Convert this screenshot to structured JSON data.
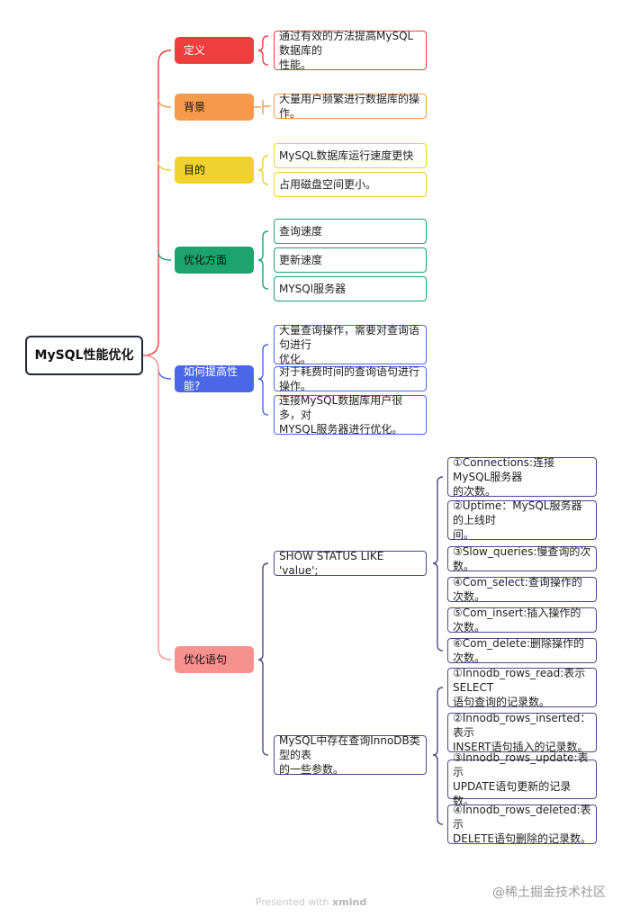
{
  "root": {
    "label": "MySQL性能优化"
  },
  "categories": [
    {
      "label": "定义",
      "color": "#ef3e3e",
      "text_color": "#ffffff",
      "items": [
        "通过有效的方法提高MySQL数据库的\n性能。"
      ]
    },
    {
      "label": "背景",
      "color": "#f59a4a",
      "text_color": "#111111",
      "items": [
        "大量用户频繁进行数据库的操作。"
      ]
    },
    {
      "label": "目的",
      "color": "#f0d12e",
      "text_color": "#111111",
      "items": [
        "MySQL数据库运行速度更快",
        "占用磁盘空间更小。"
      ]
    },
    {
      "label": "优化方面",
      "color": "#1ea36e",
      "text_color": "#111111",
      "items": [
        "查询速度",
        "更新速度",
        "MYSQl服务器"
      ]
    },
    {
      "label": "如何提高性能?",
      "color": "#4a67e8",
      "text_color": "#ffffff",
      "items": [
        "大量查询操作，需要对查询语句进行\n优化。",
        "对于耗费时间的查询语句进行操作。",
        "连接MySQL数据库用户很多，对\nMYSQL服务器进行优化。"
      ]
    },
    {
      "label": "优化语句",
      "color": "#f7918f",
      "text_color": "#111111",
      "groups": [
        {
          "label": "SHOW  STATUS  LIKE  'value';",
          "items": [
            "①Connections:连接MySQL服务器\n的次数。",
            "②Uptime：MySQL服务器的上线时\n间。",
            "③Slow_queries:慢查询的次数。",
            "④Com_select:查询操作的次数。",
            "⑤Com_insert:插入操作的次数。",
            "⑥Com_delete:删除操作的次数。"
          ]
        },
        {
          "label": "MySQL中存在查询InnoDB类型的表\n的一些参数。",
          "items": [
            "①Innodb_rows_read:表示SELECT\n语句查询的记录数。",
            "②Innodb_rows_inserted：表示\nINSERT语句插入的记录数。",
            "③Innodb_rows_update:表示\nUPDATE语句更新的记录数。",
            "④Innodb_rows_deleted:表示\nDELETE语句删除的记录数。"
          ]
        }
      ]
    }
  ],
  "footer": {
    "prefix": "Presented with ",
    "brand": "xmind"
  },
  "watermark": "@稀土掘金技术社区"
}
